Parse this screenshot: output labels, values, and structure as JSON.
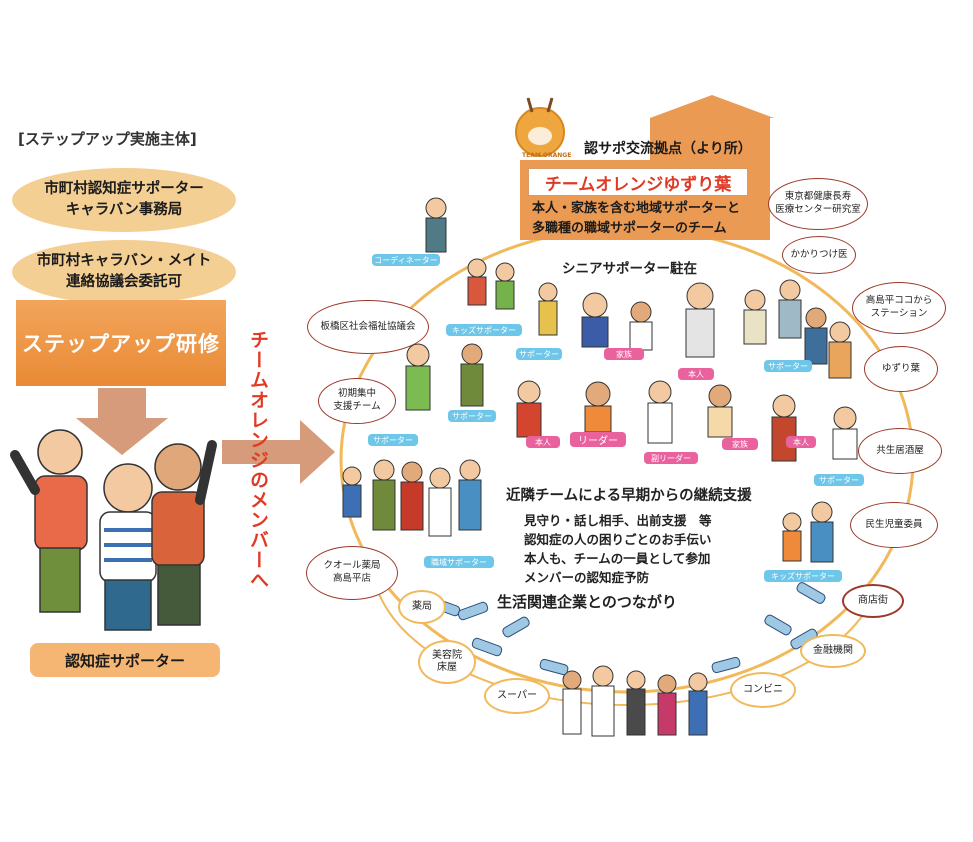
{
  "left": {
    "title": "[ステップアップ実施主体]",
    "org1": [
      "市町村認知症サポーター",
      "キャラバン事務局"
    ],
    "org2": [
      "市町村キャラバン・メイト",
      "連絡協議会委託可"
    ],
    "training": "ステップアップ研修",
    "supporter": "認知症サポーター",
    "arrow_text": "チームオレンジのメンバーへ"
  },
  "logo_text": "TEAM ORANGE",
  "header": {
    "title": "認サポ交流拠点（より所）",
    "team_name": "チームオレンジゆずり葉",
    "desc1": "本人・家族を含む地域サポーターと",
    "desc2": "多職種の職域サポーターのチーム"
  },
  "center": {
    "senior": "シニアサポーター駐在",
    "support_title": "近隣チームによる早期からの継続支援",
    "lines": [
      "見守り・話し相手、出前支援　等",
      "認知症の人の困りごとのお手伝い",
      "本人も、チームの一員として参加",
      "メンバーの認知症予防"
    ],
    "corp": "生活関連企業とのつながり"
  },
  "callouts": [
    {
      "lines": [
        "東京都健康長寿",
        "医療センター研究室"
      ]
    },
    {
      "lines": [
        "かかりつけ医"
      ]
    },
    {
      "lines": [
        "高島平ココから",
        "ステーション"
      ]
    },
    {
      "lines": [
        "ゆずり葉"
      ]
    },
    {
      "lines": [
        "共生居酒屋"
      ]
    },
    {
      "lines": [
        "民生児童委員"
      ]
    },
    {
      "lines": [
        "板橋区社会福祉協議会"
      ]
    },
    {
      "lines": [
        "初期集中",
        "支援チーム"
      ]
    },
    {
      "lines": [
        "クオール薬局",
        "高島平店"
      ]
    }
  ],
  "tags": [
    "コーディネーター",
    "キッズサポーター",
    "サポーター",
    "家族",
    "本人",
    "サポーター",
    "サポーター",
    "本人",
    "リーダー",
    "副リーダー",
    "家族",
    "本人",
    "サポーター",
    "職域サポーター",
    "キッズサポーター",
    "サポーター"
  ],
  "ring": [
    {
      "lines": [
        "薬局"
      ]
    },
    {
      "lines": [
        "美容院",
        "床屋"
      ]
    },
    {
      "lines": [
        "スーパー"
      ]
    },
    {
      "lines": [
        "コンビニ"
      ]
    },
    {
      "lines": [
        "金融機関"
      ]
    },
    {
      "lines": [
        "商店街"
      ]
    }
  ],
  "colors": {
    "orange": "#e98a35",
    "ring": "#f1b95a",
    "red_text": "#e03a25",
    "tag_blue": "#6ec6e8",
    "tag_pink": "#e9629d"
  }
}
